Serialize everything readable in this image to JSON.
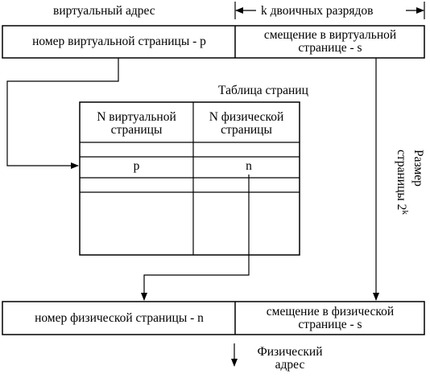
{
  "virtual_address": {
    "title": "виртуальный адрес",
    "page_number_label": "номер виртуальной страницы - p",
    "offset_label_line1": "смещение в виртуальной",
    "offset_label_line2": "странице - s",
    "bits_label": "k двоичных разрядов"
  },
  "page_table": {
    "title": "Таблица страниц",
    "col1_header_line1": "N виртуальной",
    "col1_header_line2": "страницы",
    "col2_header_line1": "N физической",
    "col2_header_line2": "страницы",
    "row_virtual": "p",
    "row_physical": "n"
  },
  "page_size": {
    "line1": "Размер",
    "line2": "страницы 2",
    "exponent": "k"
  },
  "physical_address": {
    "page_number_label": "номер  физической  страницы - n",
    "offset_label_line1": "смещение в физической",
    "offset_label_line2": "странице - s",
    "title_line1": "Физический",
    "title_line2": "адрес"
  }
}
